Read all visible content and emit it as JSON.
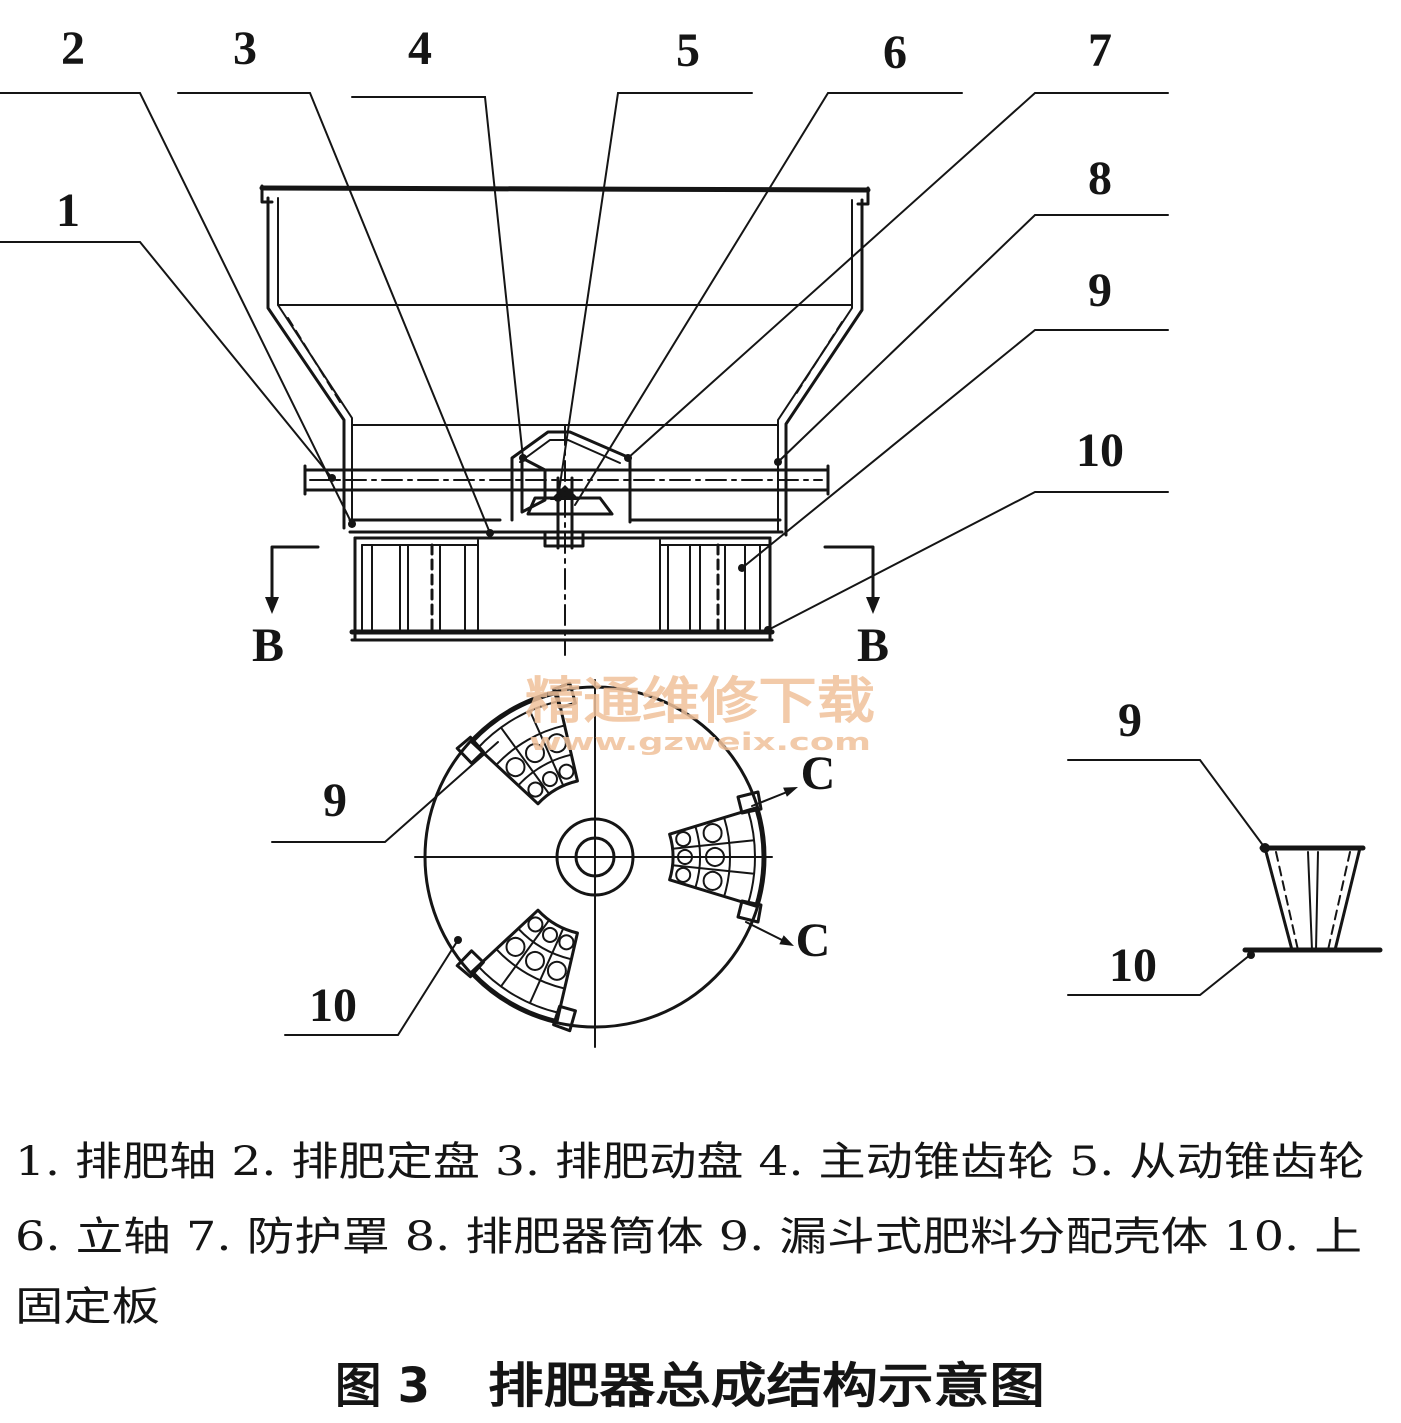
{
  "elevation_view": {
    "callouts": [
      "1",
      "2",
      "3",
      "4",
      "5",
      "6",
      "7",
      "8",
      "9",
      "10"
    ],
    "section_marks": [
      "B",
      "B"
    ]
  },
  "plan_view": {
    "callouts": [
      "9",
      "10"
    ],
    "section_marks": [
      "C",
      "C"
    ]
  },
  "detail_view": {
    "callouts": [
      "9",
      "10"
    ]
  },
  "watermark": {
    "text": "精通维修下载",
    "url": "www.gzweix.com"
  },
  "legend_lines": [
    "1. 排肥轴 2. 排肥定盘 3. 排肥动盘 4. 主动锥齿轮 5. 从动锥齿轮",
    "6. 立轴 7. 防护罩 8. 排肥器筒体 9. 漏斗式肥料分配壳体 10. 上",
    "固定板"
  ],
  "caption": {
    "label": "图 3",
    "title": "排肥器总成结构示意图"
  }
}
